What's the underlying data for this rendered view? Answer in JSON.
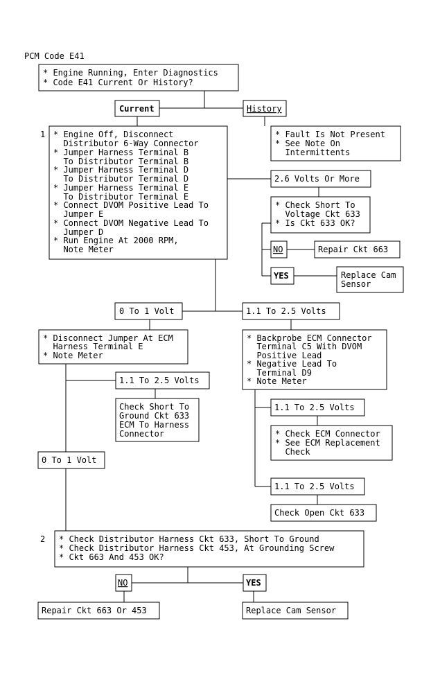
{
  "title": "PCM Code E41",
  "nodes": {
    "start": [
      "* Engine Running, Enter Diagnostics",
      "* Code E41 Current Or History?"
    ],
    "current": "Current",
    "history": "History",
    "history_result": [
      "* Fault Is Not Present",
      "* See Note On",
      "  Intermittents"
    ],
    "step1_number": "1",
    "step1": [
      "* Engine Off, Disconnect",
      "  Distributor 6-Way Connector",
      "* Jumper Harness Terminal B",
      "  To Distributor Terminal B",
      "* Jumper Harness Terminal D",
      "  To Distributor Terminal D",
      "* Jumper Harness Terminal E",
      "  To Distributor Terminal E",
      "* Connect DVOM Positive Lead To",
      "  Jumper E",
      "* Connect DVOM Negative Lead To",
      "  Jumper D",
      "* Run Engine At 2000 RPM,",
      "  Note Meter"
    ],
    "v26_more": "2.6 Volts Or More",
    "check_short_voltage": [
      "* Check Short To",
      "  Voltage Ckt 633",
      "* Is Ckt 633 OK?"
    ],
    "no_a": "NO",
    "repair_663": "Repair Ckt 663",
    "yes_a": "YES",
    "replace_cam_a": [
      "Replace Cam",
      "Sensor"
    ],
    "zero_1v_a": "0 To 1 Volt",
    "v11_25_a": "1.1 To 2.5 Volts",
    "disconnect_jumper": [
      "* Disconnect Jumper At ECM",
      "  Harness Terminal E",
      "* Note Meter"
    ],
    "v11_25_b": "1.1 To 2.5 Volts",
    "check_short_ground": [
      "Check Short To",
      "Ground Ckt 633",
      "ECM To Harness",
      "Connector"
    ],
    "zero_1v_b": "0 To 1 Volt",
    "backprobe": [
      "* Backprobe ECM Connector",
      "  Terminal C5 With DVOM",
      "  Positive Lead",
      "* Negative Lead To",
      "  Terminal D9",
      "* Note Meter"
    ],
    "v11_25_c": "1.1 To 2.5 Volts",
    "check_ecm": [
      "* Check ECM Connector",
      "* See ECM Replacement",
      "  Check"
    ],
    "v11_25_d": "1.1 To 2.5 Volts",
    "check_open": "Check Open Ckt 633",
    "step2_number": "2",
    "step2": [
      "* Check Distributor Harness Ckt 633, Short To Ground",
      "* Check Distributor Harness Ckt 453, At Grounding Screw",
      "* Ckt 663 And 453 OK?"
    ],
    "no_b": "NO",
    "yes_b": "YES",
    "repair_663_453": "Repair Ckt 663 Or 453",
    "replace_cam_b": "Replace Cam Sensor"
  }
}
